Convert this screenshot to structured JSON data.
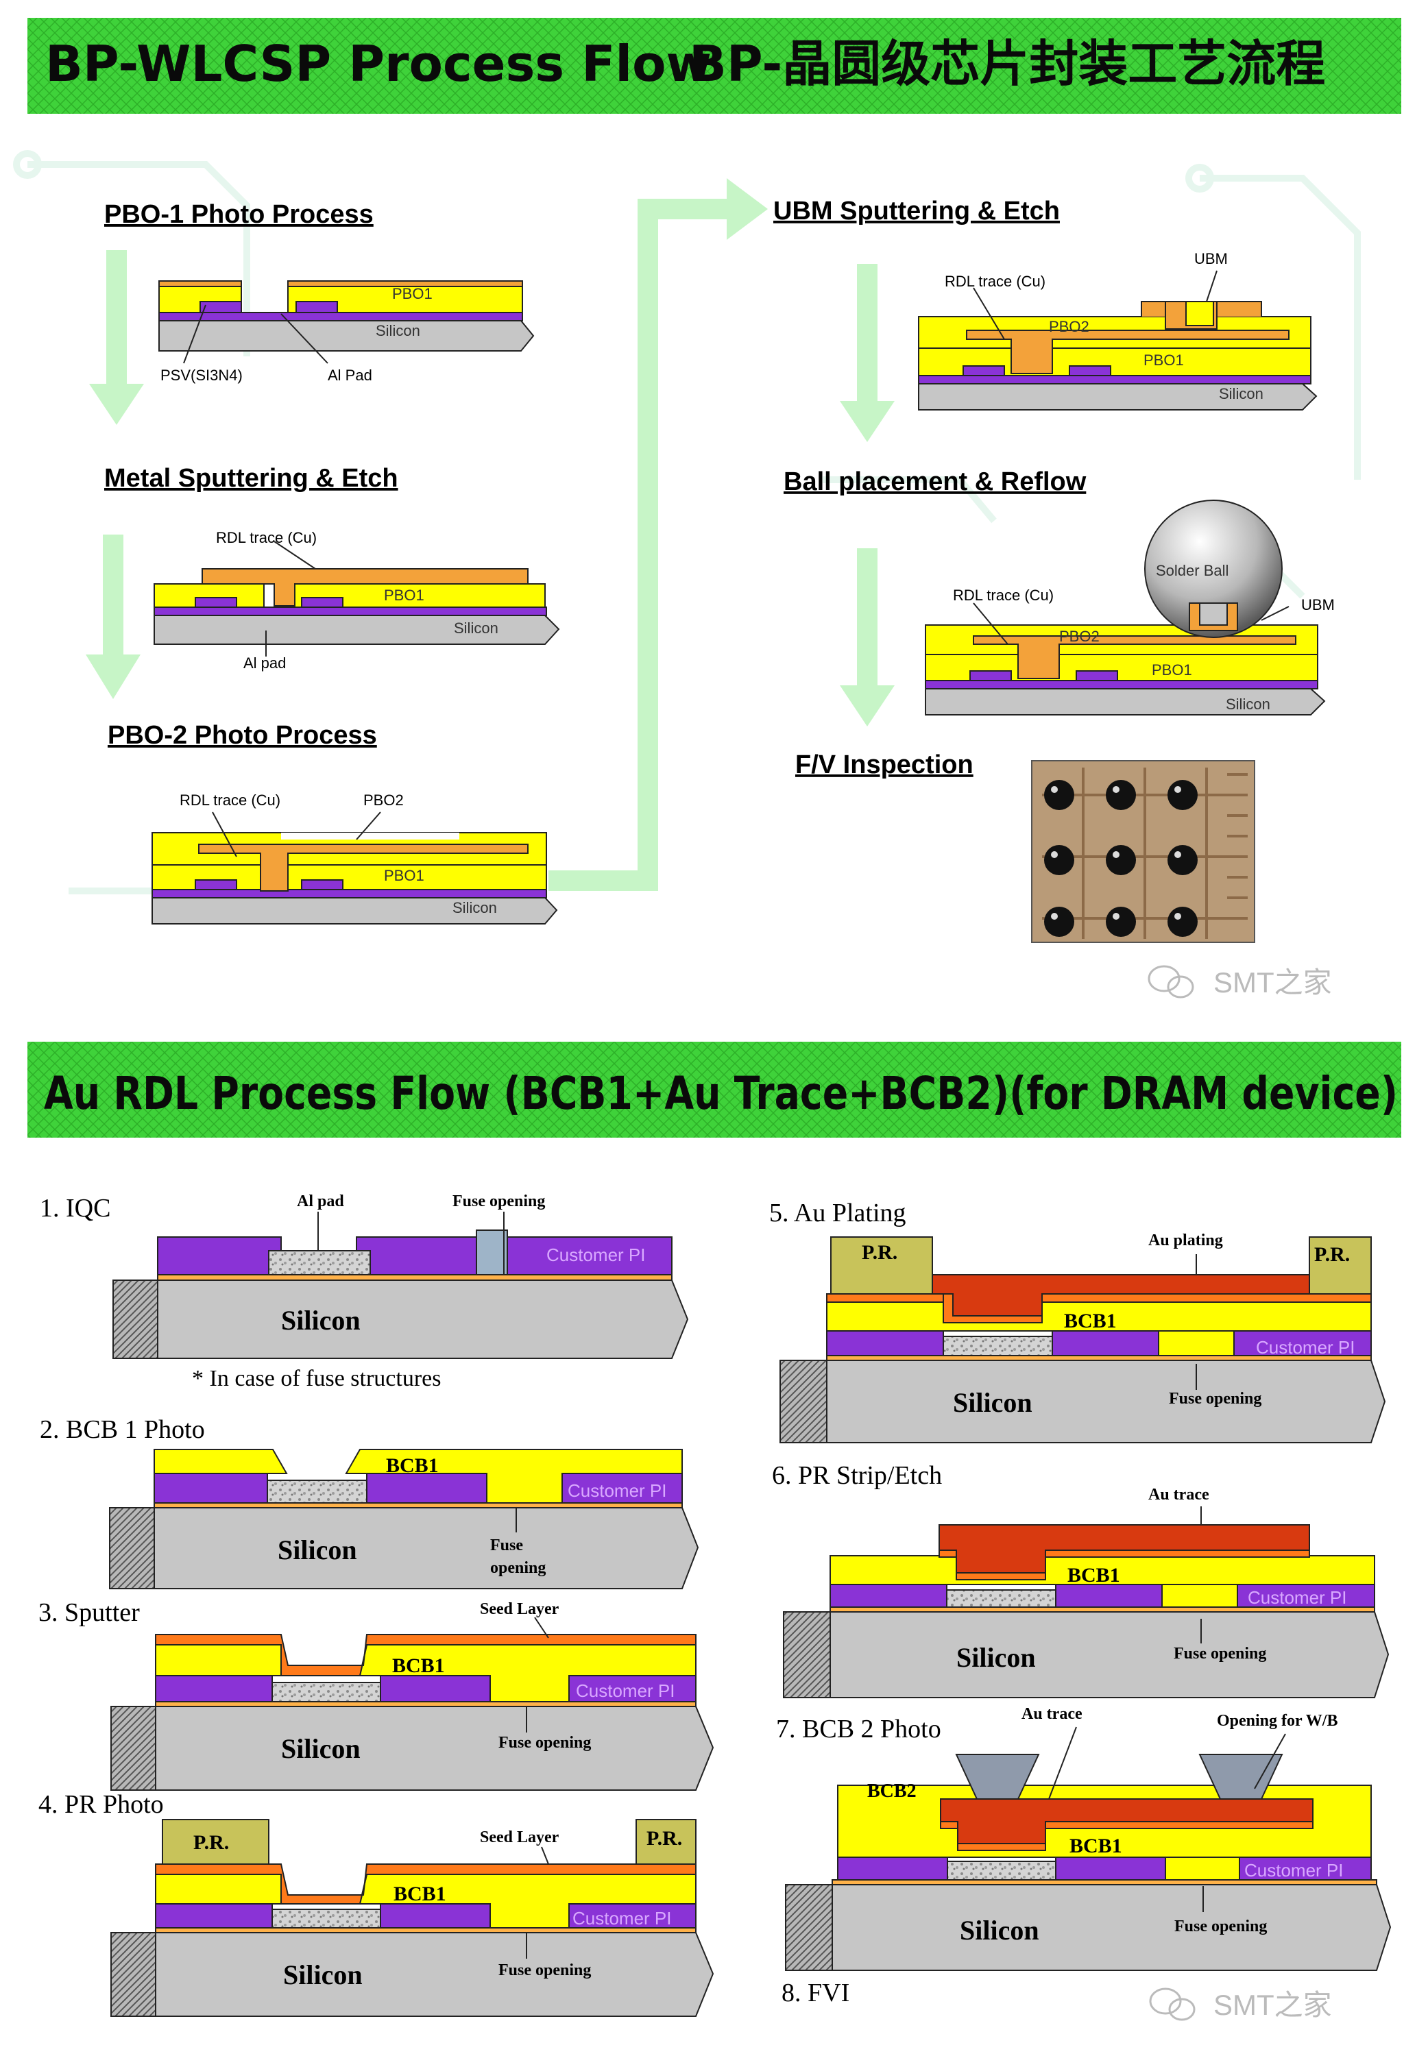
{
  "section1": {
    "title_en": "BP-WLCSP Process Flow",
    "title_cn": "BP-晶圆级芯片封装工艺流程",
    "steps": [
      {
        "title": "PBO-1 Photo Process"
      },
      {
        "title": "Metal Sputtering & Etch"
      },
      {
        "title": "PBO-2 Photo Process"
      },
      {
        "title": "UBM Sputtering & Etch"
      },
      {
        "title": "Ball placement & Reflow"
      },
      {
        "title": "F/V Inspection"
      }
    ],
    "labels": {
      "pbo1": "PBO1",
      "pbo2": "PBO2",
      "silicon": "Silicon",
      "psv": "PSV(SI3N4)",
      "al_pad_cap": "Al Pad",
      "al_pad": "Al pad",
      "rdl_spaced": "RDL  trace (Cu)",
      "rdl": "RDL trace (Cu)",
      "ubm": "UBM",
      "solder_ball": "Solder Ball"
    },
    "watermark": "SMT之家"
  },
  "section2": {
    "title": "Au RDL Process Flow (BCB1+Au Trace+BCB2)(for DRAM device)",
    "steps": [
      {
        "title": "1. IQC"
      },
      {
        "title": "2. BCB 1 Photo"
      },
      {
        "title": "3. Sputter"
      },
      {
        "title": "4. PR Photo"
      },
      {
        "title": "5. Au Plating"
      },
      {
        "title": "6. PR Strip/Etch"
      },
      {
        "title": "7. BCB 2 Photo"
      },
      {
        "title": "8. FVI"
      }
    ],
    "labels": {
      "al_pad": "Al pad",
      "fuse_opening": "Fuse opening",
      "fuse": "Fuse",
      "opening": "opening",
      "customer_pi": "Customer PI",
      "silicon": "Silicon",
      "bcb1": "BCB1",
      "bcb2": "BCB2",
      "seed_layer": "Seed Layer",
      "pr": "P.R.",
      "au_plating": "Au plating",
      "au_trace": "Au trace",
      "opening_wb": "Opening for W/B",
      "fuse_note": "* In case of fuse structures"
    },
    "watermark": "SMT之家"
  },
  "colors": {
    "banner_green": "#3fd23a",
    "pbo_yellow": "#ffff00",
    "rdl_orange": "#f3a23a",
    "silicon_gray": "#c6c6c6",
    "passivation_purple": "#8a33d6",
    "au_red": "#d83a10",
    "seed_orange": "#ff7a1a",
    "pr_olive": "#c8c35a",
    "arrow_green": "#c7f5c7"
  },
  "icons": [
    "flow-arrow-icon",
    "wechat-icon"
  ]
}
